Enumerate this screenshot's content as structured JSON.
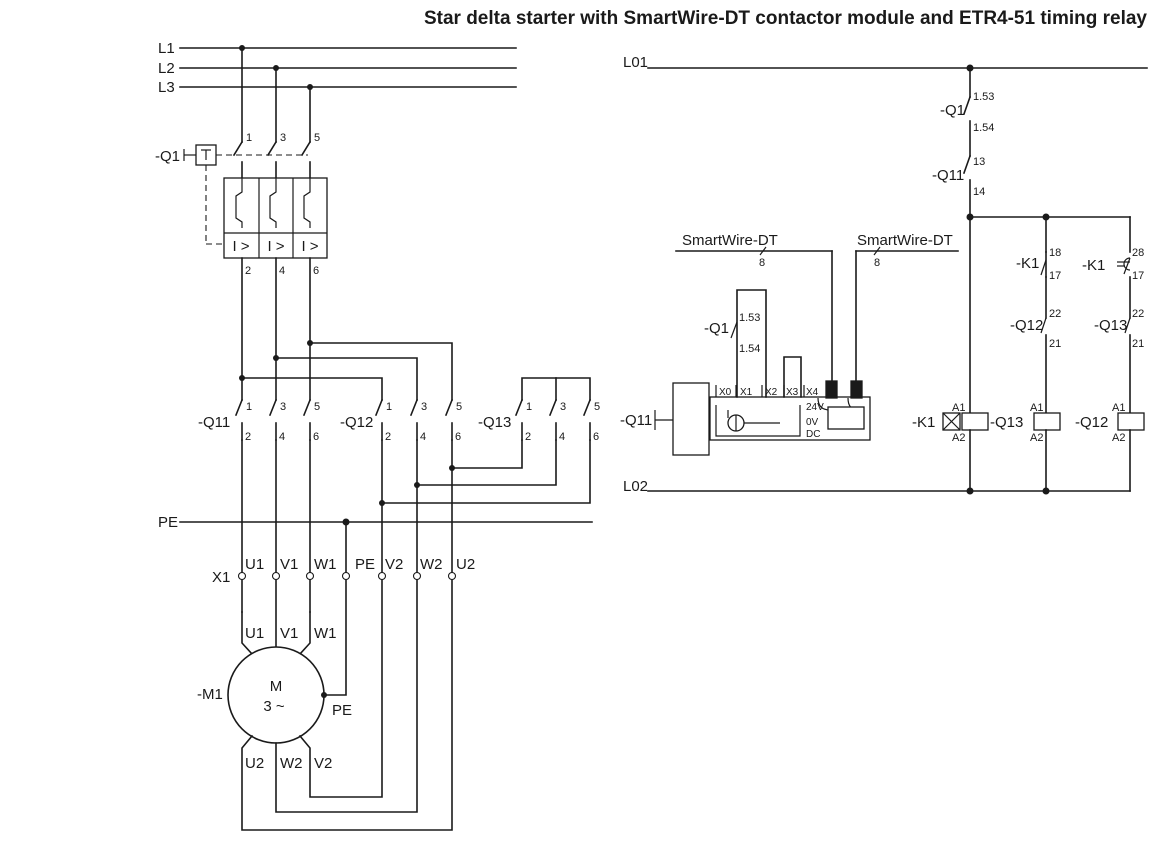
{
  "title": "Star delta starter with SmartWire-DT contactor module and ETR4-51 timing relay",
  "main_circuit": {
    "phases": [
      "L1",
      "L2",
      "L3"
    ],
    "pe": "PE",
    "breaker": {
      "name": "-Q1",
      "top_pins": [
        "1",
        "3",
        "5"
      ],
      "bottom_pins": [
        "2",
        "4",
        "6"
      ],
      "trip_label": "I >"
    },
    "contactors": [
      {
        "name": "-Q11",
        "top_pins": [
          "1",
          "3",
          "5"
        ],
        "bottom_pins": [
          "2",
          "4",
          "6"
        ]
      },
      {
        "name": "-Q12",
        "top_pins": [
          "1",
          "3",
          "5"
        ],
        "bottom_pins": [
          "2",
          "4",
          "6"
        ]
      },
      {
        "name": "-Q13",
        "top_pins": [
          "1",
          "3",
          "5"
        ],
        "bottom_pins": [
          "2",
          "4",
          "6"
        ]
      }
    ],
    "terminal_strip": {
      "name": "X1",
      "terminals": [
        "U1",
        "V1",
        "W1",
        "PE",
        "V2",
        "W2",
        "U2"
      ]
    },
    "motor": {
      "name": "-M1",
      "symbol": "M",
      "phases": "3 ~",
      "top_terminals": [
        "U1",
        "V1",
        "W1"
      ],
      "bottom_terminals": [
        "U2",
        "W2",
        "V2"
      ],
      "pe": "PE"
    }
  },
  "control_circuit": {
    "rail_top": "L01",
    "rail_bottom": "L02",
    "q1_contact": {
      "name": "-Q1",
      "pin_top": "1.53",
      "pin_bottom": "1.54"
    },
    "q11_contact": {
      "name": "-Q11",
      "pin_top": "13",
      "pin_bottom": "14"
    },
    "smartwire": [
      {
        "label": "SmartWire-DT",
        "count": "8"
      },
      {
        "label": "SmartWire-DT",
        "count": "8"
      }
    ],
    "module": {
      "name": "-Q11",
      "aux_contact": {
        "name": "-Q1",
        "pin_top": "1.53",
        "pin_bottom": "1.54"
      },
      "inputs": [
        "X0",
        "X1",
        "X2",
        "X3",
        "X4"
      ],
      "supply": [
        "24V",
        "0V",
        "DC"
      ]
    },
    "k1_nc": {
      "name": "-K1",
      "pin_a": "18",
      "pin_b": "17"
    },
    "k1_timed": {
      "name": "-K1",
      "pin_a": "28",
      "pin_b": "17"
    },
    "q12_nc": {
      "name": "-Q12",
      "pin_a": "22",
      "pin_b": "21"
    },
    "q13_nc": {
      "name": "-Q13",
      "pin_a": "22",
      "pin_b": "21"
    },
    "coils": [
      {
        "name": "-K1",
        "a1": "A1",
        "a2": "A2",
        "type": "timing-relay"
      },
      {
        "name": "-Q13",
        "a1": "A1",
        "a2": "A2",
        "type": "contactor"
      },
      {
        "name": "-Q12",
        "a1": "A1",
        "a2": "A2",
        "type": "contactor"
      }
    ]
  }
}
